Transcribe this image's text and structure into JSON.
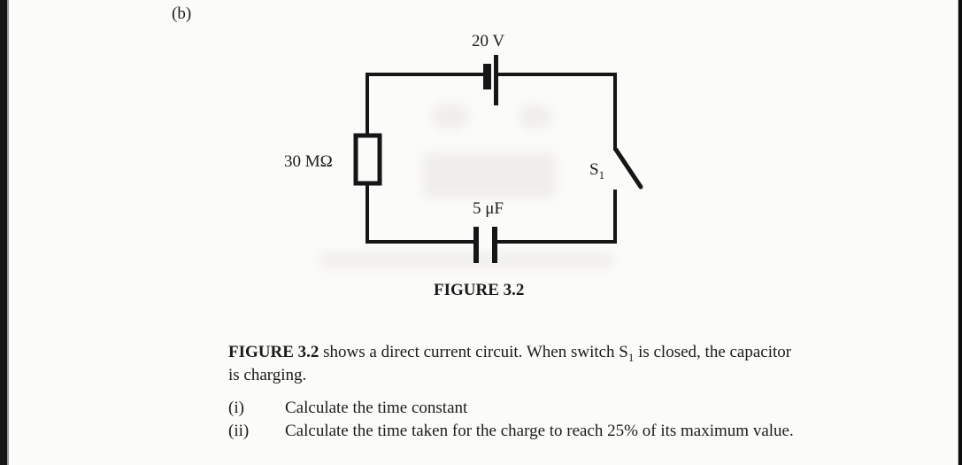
{
  "page": {
    "section_label": "(b)"
  },
  "circuit": {
    "battery_label": "20 V",
    "resistor_label": "30 MΩ",
    "switch_label": {
      "base": "S",
      "sub": "1"
    },
    "capacitor_label": "5 μF",
    "caption": "FIGURE 3.2",
    "line_color": "#161616"
  },
  "description": {
    "bold_lead": "FIGURE 3.2",
    "text_before_sub": " shows a direct current circuit. When switch S",
    "sub": "1",
    "text_after_sub": " is closed, the capacitor is charging."
  },
  "questions": [
    {
      "numeral": "(i)",
      "text": "Calculate the time constant"
    },
    {
      "numeral": "(ii)",
      "text": "Calculate the time taken for the charge to reach 25% of its maximum value."
    }
  ]
}
